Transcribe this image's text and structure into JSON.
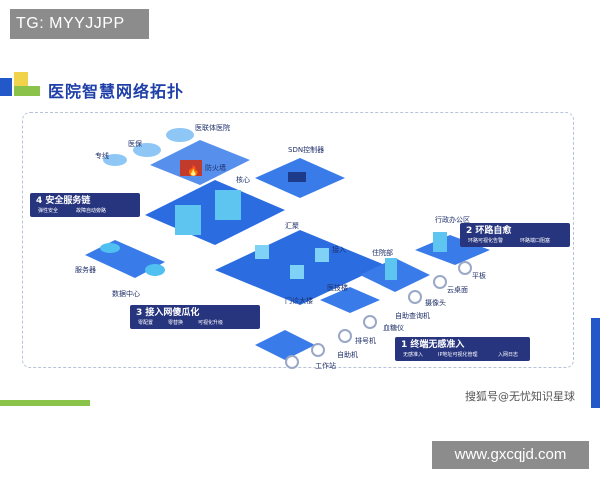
{
  "tag_text": "TG: MYYJJPP",
  "title": "医院智慧网络拓扑",
  "footer_brand": "搜狐号@无忧知识星球",
  "watermark_text": "www.gxcqjd.com",
  "nodes": {
    "hospital_network": "医联体医院",
    "medical": "医保",
    "dedicated_line": "专线",
    "firewall": "防火墙",
    "core": "核心",
    "sdn_controller": "SDN控制器",
    "aggregation": "汇聚",
    "access": "接入",
    "server": "服务器",
    "data_center": "数据中心",
    "office": "行政办公区",
    "inpatient": "住院部",
    "tech": "医技楼",
    "outpatient": "门诊大楼",
    "tablet": "平板",
    "cloud_desktop": "云桌面",
    "camera": "摄像头",
    "self_query": "自助查询机",
    "blood_meter": "血糖仪",
    "queue_machine": "排号机",
    "self_service": "自助机",
    "workstation": "工作站"
  },
  "callouts": [
    {
      "title": "4 安全服务链",
      "items": [
        "弹性安全",
        "故障自动旁路"
      ]
    },
    {
      "title": "3 接入网傻瓜化",
      "items": [
        "零配置",
        "零替换",
        "可视化升级"
      ]
    },
    {
      "title": "2 环路自愈",
      "items": [
        "环路可视化告警",
        "环路端口阻塞"
      ]
    },
    {
      "title": "1 终端无感准入",
      "items": [
        "无感准入",
        "IP地址可视化管理",
        "入网日志"
      ]
    }
  ],
  "colors": {
    "accent": "#1f3fa8",
    "callout_bg": "#27357f",
    "platform": "#2b6de0"
  }
}
